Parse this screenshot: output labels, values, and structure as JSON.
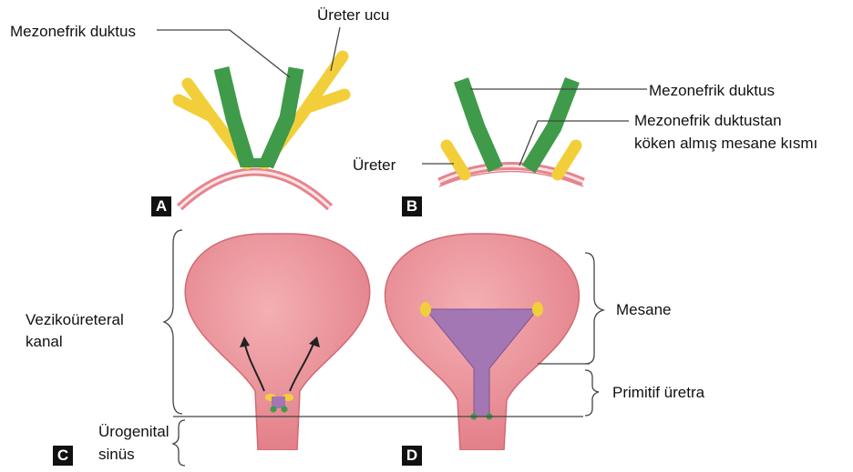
{
  "labels": {
    "ureter_ucu": "Üreter ucu",
    "mezonefrik_duktus_a": "Mezonefrik duktus",
    "mezonefrik_duktus_b": "Mezonefrik duktus",
    "mezonefrik_duktustan_line1": "Mezonefrik duktustan",
    "mezonefrik_duktustan_line2": "köken almış mesane kısmı",
    "ureter": "Üreter",
    "vezikoureteral_line1": "Vezikoüreteral",
    "vezikoureteral_line2": "kanal",
    "mesane": "Mesane",
    "primitif_uretra": "Primitif üretra",
    "urogenital_line1": "Ürogenital",
    "urogenital_line2": "sinüs"
  },
  "panels": {
    "a": "A",
    "b": "B",
    "c": "C",
    "d": "D"
  },
  "colors": {
    "bladder": "#e9868e",
    "bladder_edge": "#d26a74",
    "duct_green": "#3f9a4a",
    "ureter_yellow": "#f2cf3a",
    "trigone_purple": "#a277b4",
    "leader_line": "#444444"
  }
}
